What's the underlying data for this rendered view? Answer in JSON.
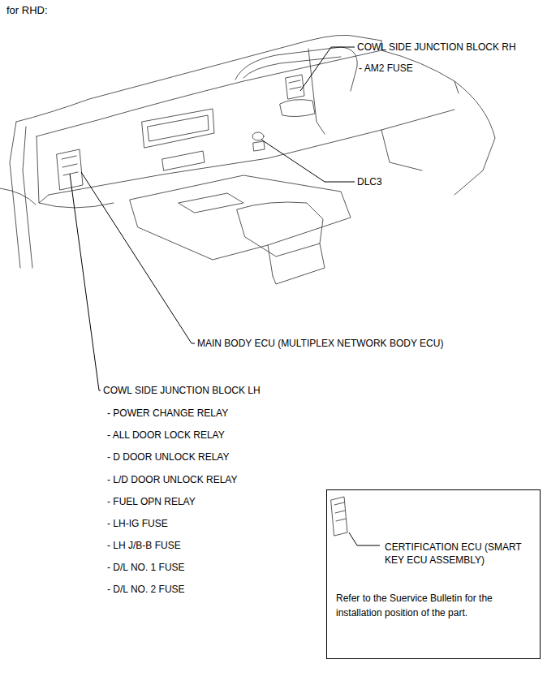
{
  "diagram": {
    "title": "for RHD:",
    "nodes": [
      {
        "text": [
          "CERTIFICATION ECU (SMART KEY ECU ASSEMBLY)",
          "Refer to the Suervice Bulletin for the installation position of the part."
        ]
      }
    ],
    "labels": [
      "COWL SIDE JUNCTION BLOCK RH",
      "- AM2 FUSE",
      "DLC3",
      "MAIN BODY ECU (MULTIPLEX NETWORK BODY ECU)",
      "COWL SIDE JUNCTION BLOCK LH",
      "- POWER CHANGE RELAY",
      "- ALL DOOR LOCK RELAY",
      "- D DOOR UNLOCK RELAY",
      "- L/D DOOR UNLOCK RELAY",
      "- FUEL OPN RELAY",
      "- LH-IG FUSE",
      "- LH J/B-B FUSE",
      "- D/L NO. 1 FUSE",
      "- D/L NO. 2 FUSE"
    ]
  }
}
